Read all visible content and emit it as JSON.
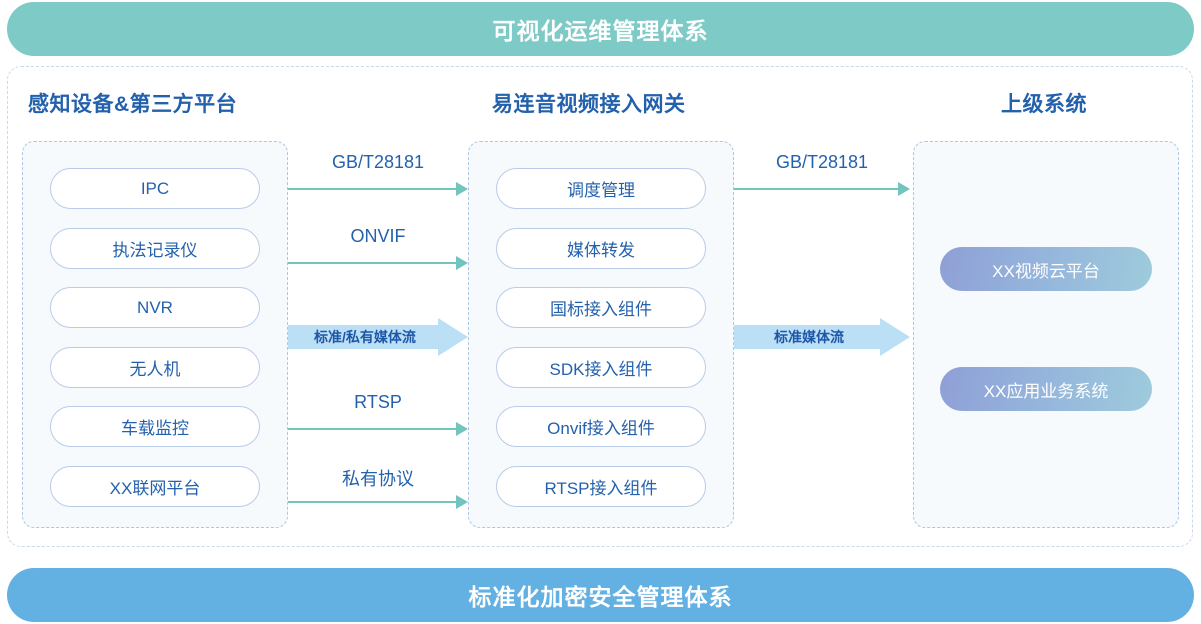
{
  "top_banner": {
    "label": "可视化运维管理体系",
    "color": "#7ecac7"
  },
  "bottom_banner": {
    "label": "标准化加密安全管理体系",
    "color": "#63b0e2"
  },
  "columns": {
    "left": {
      "title": "感知设备&第三方平台",
      "items": [
        {
          "label": "IPC"
        },
        {
          "label": "执法记录仪"
        },
        {
          "label": "NVR"
        },
        {
          "label": "无人机"
        },
        {
          "label": "车载监控"
        },
        {
          "label": "XX联网平台"
        }
      ]
    },
    "middle": {
      "title": "易连音视频接入网关",
      "items": [
        {
          "label": "调度管理"
        },
        {
          "label": "媒体转发"
        },
        {
          "label": "国标接入组件"
        },
        {
          "label": "SDK接入组件"
        },
        {
          "label": "Onvif接入组件"
        },
        {
          "label": "RTSP接入组件"
        }
      ]
    },
    "right": {
      "title": "上级系统",
      "items": [
        {
          "label": "XX视频云平台"
        },
        {
          "label": "XX应用业务系统"
        }
      ]
    }
  },
  "connectors": {
    "left_to_middle": [
      {
        "label": "GB/T28181",
        "style": "thin"
      },
      {
        "label": "ONVIF",
        "style": "thin"
      },
      {
        "label": "标准/私有媒体流",
        "style": "block"
      },
      {
        "label": "RTSP",
        "style": "thin"
      },
      {
        "label": "私有协议",
        "style": "thin"
      }
    ],
    "middle_to_right": [
      {
        "label": "GB/T28181",
        "style": "thin"
      },
      {
        "label": "标准媒体流",
        "style": "block"
      }
    ]
  },
  "palette": {
    "accent_teal": "#72c4bd",
    "accent_blue": "#63b0e2",
    "text_blue": "#2461ad",
    "arrow_fill": "#bbe0f5",
    "box_border": "#aec5e6",
    "box_fill": "#f7fafd"
  }
}
